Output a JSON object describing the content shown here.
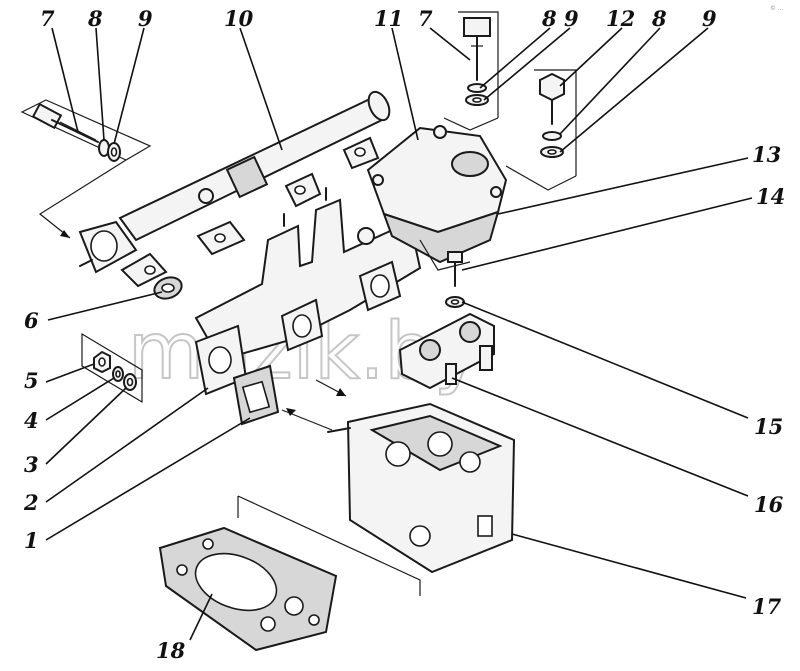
{
  "watermark": "mazik.by",
  "corner_mark": "© ...",
  "callouts": [
    {
      "id": "c7a",
      "text": "7"
    },
    {
      "id": "c8a",
      "text": "8"
    },
    {
      "id": "c9a",
      "text": "9"
    },
    {
      "id": "c10",
      "text": "10"
    },
    {
      "id": "c11",
      "text": "11"
    },
    {
      "id": "c7b",
      "text": "7"
    },
    {
      "id": "c8b",
      "text": "8"
    },
    {
      "id": "c9b",
      "text": "9"
    },
    {
      "id": "c12",
      "text": "12"
    },
    {
      "id": "c8c",
      "text": "8"
    },
    {
      "id": "c9c",
      "text": "9"
    },
    {
      "id": "c13",
      "text": "13"
    },
    {
      "id": "c14",
      "text": "14"
    },
    {
      "id": "c6",
      "text": "6"
    },
    {
      "id": "c5",
      "text": "5"
    },
    {
      "id": "c4",
      "text": "4"
    },
    {
      "id": "c3",
      "text": "3"
    },
    {
      "id": "c2",
      "text": "2"
    },
    {
      "id": "c1",
      "text": "1"
    },
    {
      "id": "c15",
      "text": "15"
    },
    {
      "id": "c16",
      "text": "16"
    },
    {
      "id": "c17",
      "text": "17"
    },
    {
      "id": "c18",
      "text": "18"
    }
  ]
}
